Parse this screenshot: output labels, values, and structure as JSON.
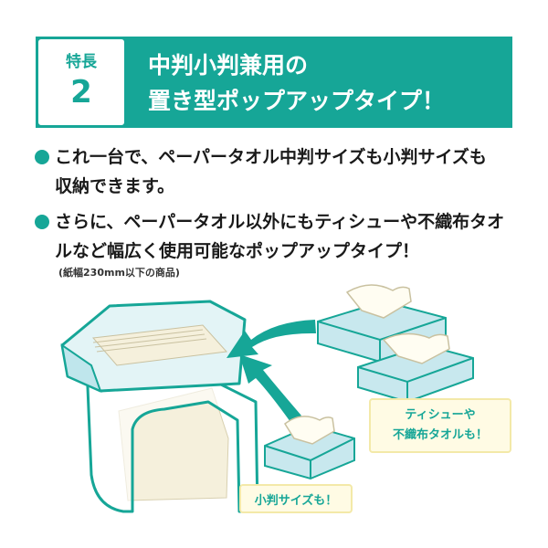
{
  "badge": {
    "label": "特長",
    "number": "2"
  },
  "title": {
    "line1": "中判小判兼用の",
    "line2": "置き型ポップアップタイプ！"
  },
  "bullets": [
    {
      "line1": "これ一台で、ペーパータオル中判サイズも小判サイズも",
      "line2": "収納できます。"
    },
    {
      "line1": "さらに、ペーパータオル以外にもティシューや不織布タオ",
      "line2": "ルなど幅広く使用可能なポップアップタイプ！"
    }
  ],
  "note": "(紙幅230mm以下の商品)",
  "callouts": {
    "tissue_line1": "ティシューや",
    "tissue_line2": "不織布タオルも！",
    "small": "小判サイズも！"
  },
  "colors": {
    "accent": "#16a697",
    "light_blue": "#bfe6ec",
    "box_blue": "#a8dfe8",
    "paper": "#f5f0dc"
  }
}
